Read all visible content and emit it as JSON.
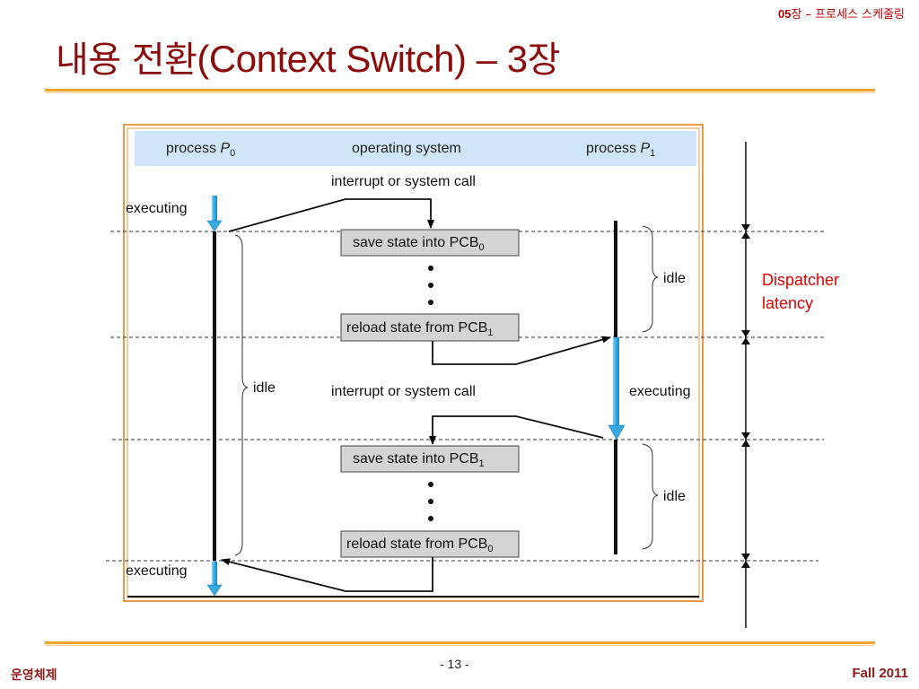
{
  "header": {
    "chapter_number": "05",
    "chapter_label": "장 – 프로세스 스케줄링",
    "title_ko": "내용 전환",
    "title_en": "(Context Switch) – 3",
    "title_suffix": "장"
  },
  "diagram": {
    "columns": {
      "p0_text": "process ",
      "p0_var": "P",
      "p0_sub": "0",
      "os": "operating system",
      "p1_text": "process ",
      "p1_var": "P",
      "p1_sub": "1"
    },
    "interrupt_top": "interrupt or system call",
    "interrupt_mid": "interrupt or system call",
    "boxes": {
      "save0_text": "save state into PCB",
      "save0_sub": "0",
      "reload1_text": "reload state from PCB",
      "reload1_sub": "1",
      "save1_text": "save state into PCB",
      "save1_sub": "1",
      "reload0_text": "reload state from PCB",
      "reload0_sub": "0"
    },
    "p0_executing_top": "executing",
    "p0_idle": "idle",
    "p0_executing_bottom": "executing",
    "p1_idle_top": "idle",
    "p1_executing": "executing",
    "p1_idle_bottom": "idle",
    "dispatcher_line1": "Dispatcher",
    "dispatcher_line2": "latency",
    "colors": {
      "frame": "#e79a4a",
      "header_band": "#cfe6f7",
      "box_fill": "#d4d4d4",
      "arrow_blue": "#35a9e0",
      "dispatcher": "#e00000"
    }
  },
  "footer": {
    "left": "운영체제",
    "page": "- 13 -",
    "right": "Fall 2011"
  }
}
